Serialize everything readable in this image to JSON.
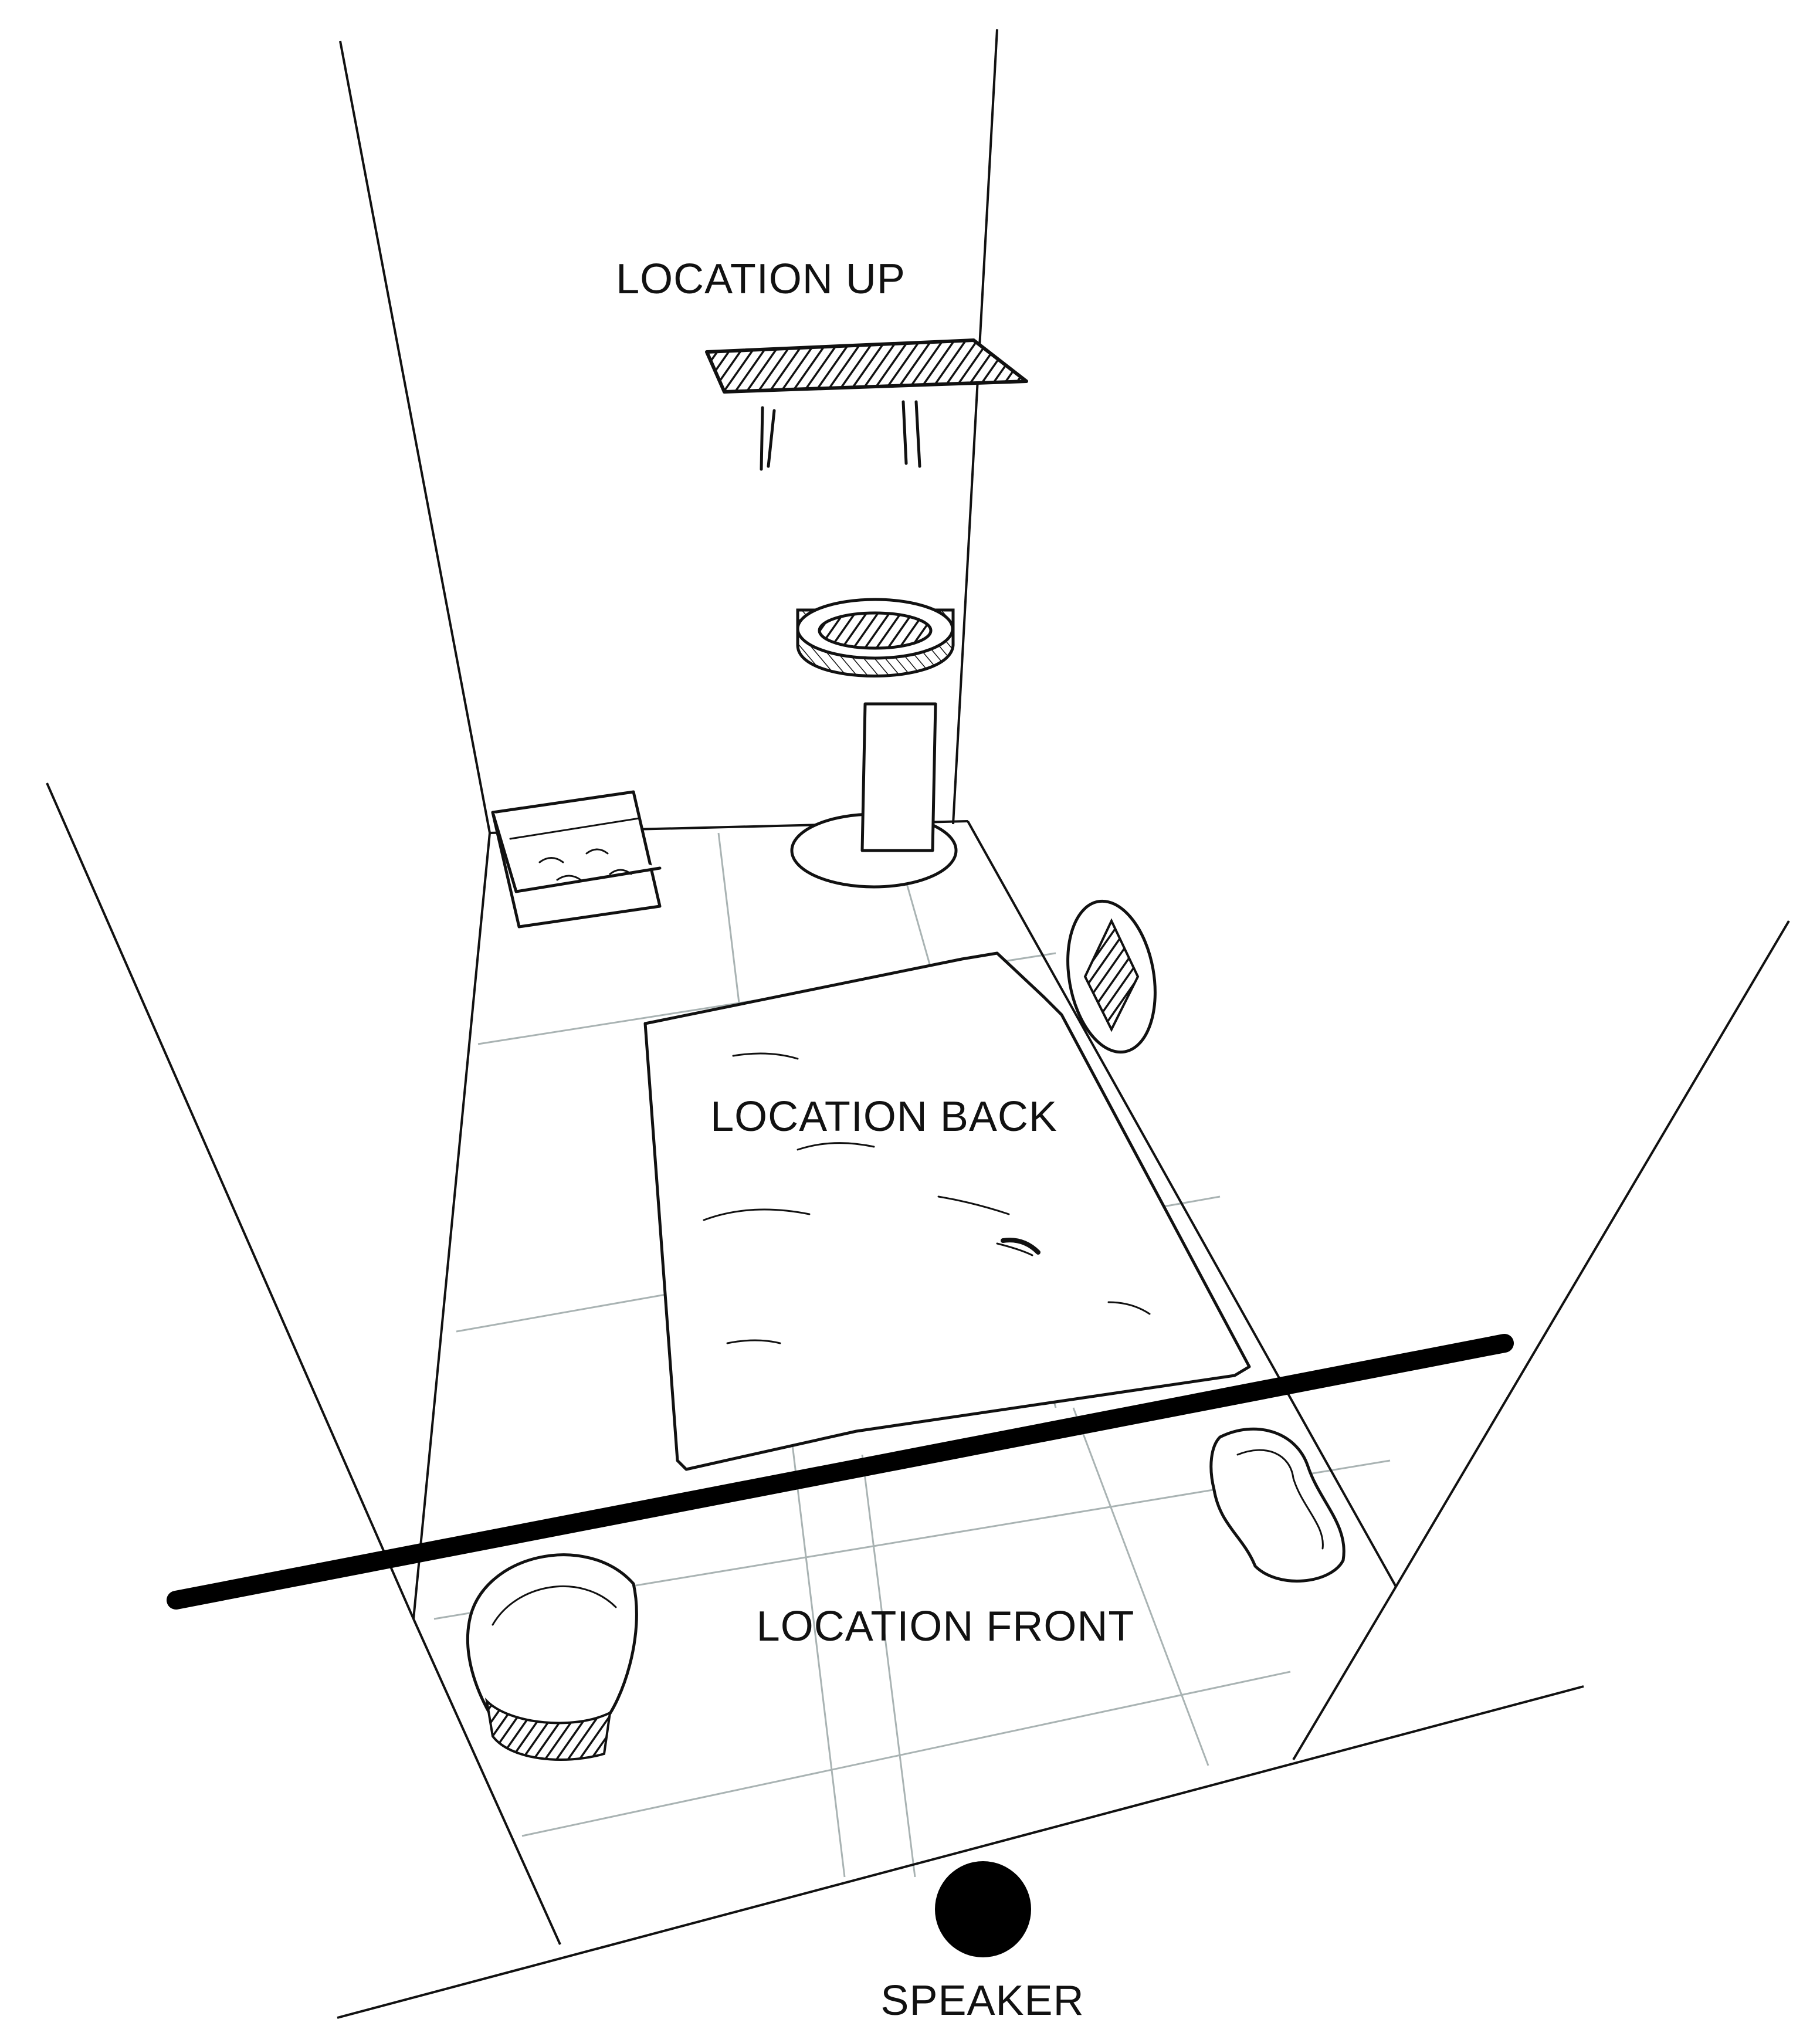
{
  "diagram": {
    "labels": {
      "location_up": "LOCATION UP",
      "location_back": "LOCATION BACK",
      "location_front": "LOCATION FRONT",
      "speaker": "SPEAKER"
    },
    "colors": {
      "ink": "#111111",
      "floor_grid": "#a9b3b3",
      "background": "#ffffff"
    }
  }
}
